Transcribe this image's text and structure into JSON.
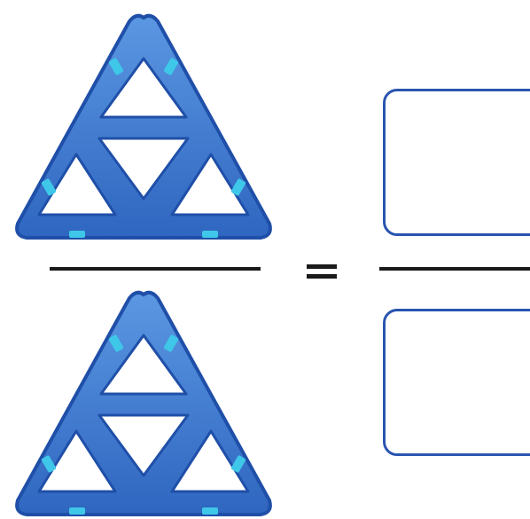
{
  "figure": {
    "tile_shape": "triangle-with-four-triangle-cutouts",
    "tile_color": "#3a78d0",
    "tile_edge_color": "#1f4fa8",
    "tile_inner_color": "#5b97e2",
    "magnet_color": "#3ec7e8",
    "box_color": "#2a55b0",
    "line_color": "#1a1a1a",
    "fraction": {
      "numerator_tiles": 1,
      "denominator_tiles": 1,
      "equals_symbol": "=",
      "answer_numerator": "",
      "answer_denominator": ""
    }
  }
}
